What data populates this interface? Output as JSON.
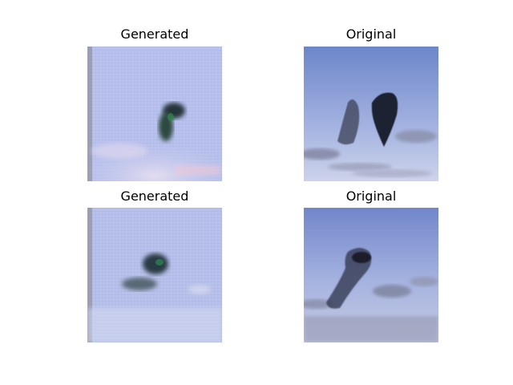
{
  "figure": {
    "panels": [
      {
        "title": "Generated",
        "kind": "generated"
      },
      {
        "title": "Original",
        "kind": "original"
      },
      {
        "title": "Generated",
        "kind": "generated"
      },
      {
        "title": "Original",
        "kind": "original"
      }
    ]
  },
  "colors": {
    "generated_bg": "#b4bde6",
    "original_sky_top": "#7187c8",
    "original_sky_bottom": "#c9d2ee",
    "flock_dark": "#1f2230",
    "cloud": "#8c93b3"
  }
}
